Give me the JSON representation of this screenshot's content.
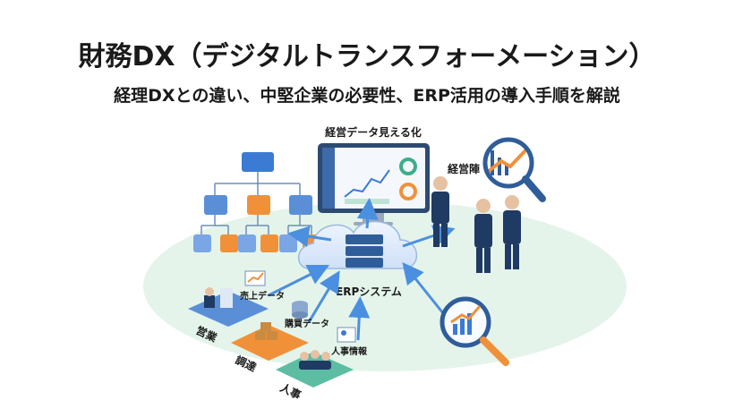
{
  "header": {
    "title": "財務DX（デジタルトランスフォーメーション）",
    "subtitle": "経理DXとの違い、中堅企業の必要性、ERP活用の導入手順を解説"
  },
  "diagram": {
    "dashboard_label": "経営データ見える化",
    "management_label": "経営陣",
    "erp_label": "ERPシステム",
    "sales_data_label": "売上データ",
    "purchase_data_label": "購買データ",
    "hr_info_label": "人事情報",
    "dept_sales": "営業",
    "dept_procurement": "調達",
    "dept_hr": "人事"
  },
  "colors": {
    "navy": "#1f3b63",
    "blue": "#3b7bd4",
    "orange": "#f0913a",
    "teal": "#5dbda3",
    "light_green": "#dff2e6"
  }
}
